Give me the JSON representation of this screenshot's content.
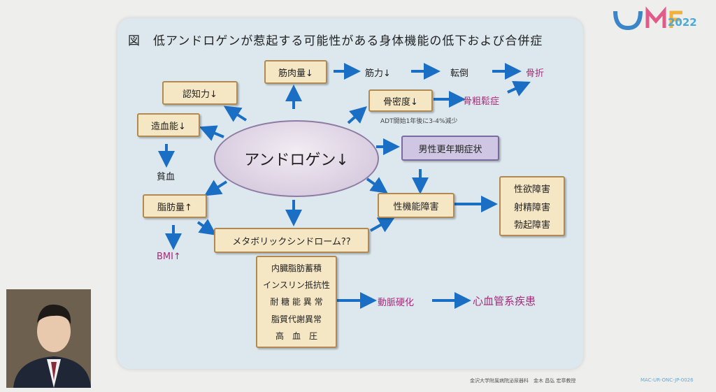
{
  "title": "図　低アンドロゲンが惹起する可能性がある身体機能の低下および合併症",
  "center": "アンドロゲン↓",
  "nodes": {
    "muscle": "筋肉量↓",
    "strength": "筋力↓",
    "fall": "転倒",
    "fracture": "骨折",
    "bone_density": "骨密度↓",
    "osteoporosis": "骨粗鬆症",
    "adt_note": "ADT開始1年後に3-4%減少",
    "cognition": "認知力↓",
    "hematopoiesis": "造血能↓",
    "anemia": "貧血",
    "menopause": "男性更年期症状",
    "sexual": "性機能障害",
    "fat": "脂肪量↑",
    "bmi": "BMI↑",
    "metabolic": "メタボリックシンドローム??",
    "atherosclerosis": "動脈硬化",
    "cvd": "心血管系疾患"
  },
  "sexual_list": [
    "性欲障害",
    "射精障害",
    "勃起障害"
  ],
  "risk_list": [
    "内臓脂肪蓄積",
    "インスリン抵抗性",
    "耐 糖 能 異 常",
    "脂質代謝異常",
    "高　血　圧"
  ],
  "logo_year": "2022",
  "footer_left": "金沢大学附属病院泌尿器科　金木 昌弘 宏章教授",
  "footer_right": "MAC-UR-ONC-JP-0026",
  "colors": {
    "arrow": "#1a6fc4",
    "box_fill": "#f5e6c4",
    "accent_pink": "#a8297a"
  }
}
